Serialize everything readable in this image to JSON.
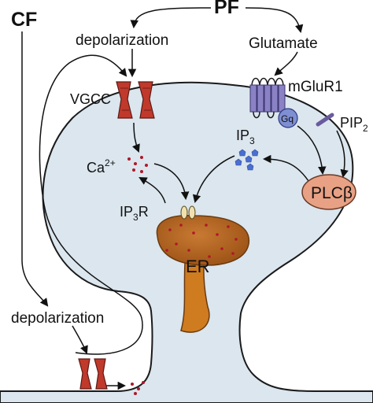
{
  "labels": {
    "cf": "CF",
    "pf": "PF",
    "depolarization_top": "depolarization",
    "glutamate": "Glutamate",
    "vgcc": "VGCC",
    "mglur1": "mGluR1",
    "gq": "Gq",
    "pip2_main": "PIP",
    "pip2_sub": "2",
    "ip3_main": "IP",
    "ip3_sub": "3",
    "ca_main": "Ca",
    "ca_sup": "2+",
    "ip3r_main": "IP",
    "ip3r_sub": "3",
    "ip3r_tail": "R",
    "plcb": "PLCβ",
    "er": "ER",
    "depolarization_bottom": "depolarization"
  },
  "colors": {
    "cell_fill": "#dbe6ee",
    "cell_stroke": "#1a1a1a",
    "vgcc": "#c0392b",
    "receptor": "#8a82c4",
    "gq": "#7f8fd3",
    "pip2": "#6a5a9e",
    "plcb": "#e8a184",
    "er_cap": "#b2621d",
    "er_stem": "#cf7b20",
    "ip3r": "#efe2b0",
    "calcium_dot": "#b0172a",
    "ip3_molecule": "#4a6fd0"
  }
}
